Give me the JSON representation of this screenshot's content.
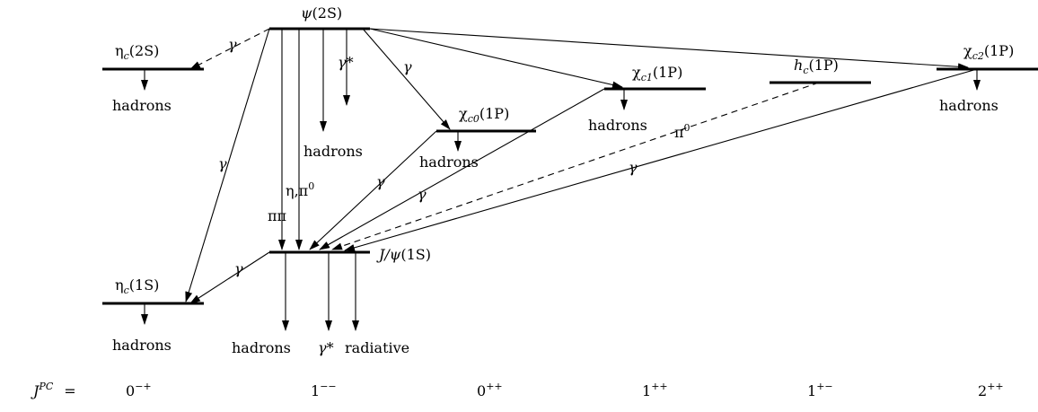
{
  "states": {
    "psi2s": {
      "main": "ψ",
      "paren": "(2S)"
    },
    "etac2s": {
      "main": "η",
      "sub": "c",
      "paren": "(2S)"
    },
    "etac1s": {
      "main": "η",
      "sub": "c",
      "paren": "(1S)"
    },
    "jpsi": {
      "main": "J/ψ",
      "paren": "(1S)"
    },
    "chic0": {
      "main": "χ",
      "sub": "c0",
      "paren": "(1P)"
    },
    "chic1": {
      "main": "χ",
      "sub": "c1",
      "paren": "(1P)"
    },
    "hc": {
      "main": "h",
      "sub": "c",
      "paren": "(1P)"
    },
    "chic2": {
      "main": "χ",
      "sub": "c2",
      "paren": "(1P)"
    }
  },
  "decay_labels": {
    "hadrons": "hadrons",
    "radiative": "radiative",
    "gamma": "γ",
    "gamma_star": "γ*",
    "pipi": "ππ",
    "eta_pi0": "η,π",
    "pi0": "π",
    "pi0_sup": "0"
  },
  "jpc": {
    "label": "J",
    "label_sup": "PC",
    "equals": "=",
    "values": [
      {
        "base": "0",
        "sup": "−+"
      },
      {
        "base": "1",
        "sup": "−−"
      },
      {
        "base": "0",
        "sup": "++"
      },
      {
        "base": "1",
        "sup": "++"
      },
      {
        "base": "1",
        "sup": "+−"
      },
      {
        "base": "2",
        "sup": "++"
      }
    ]
  }
}
